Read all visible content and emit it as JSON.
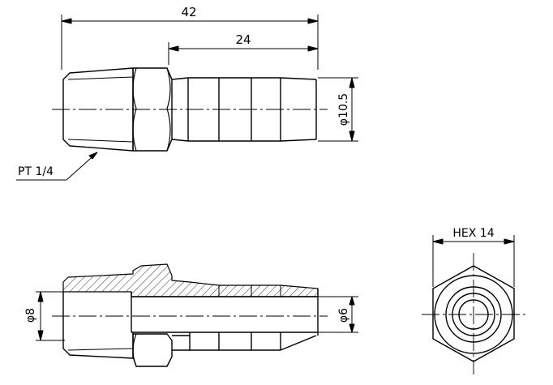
{
  "dimensions": {
    "overall_length": "42",
    "barb_length": "24",
    "barb_diameter": "φ10.5",
    "thread": "PT 1/4",
    "outer_diameter": "φ8",
    "bore_diameter": "φ6",
    "hex": "HEX 14"
  },
  "colors": {
    "line": "#000000",
    "background": "#ffffff"
  }
}
